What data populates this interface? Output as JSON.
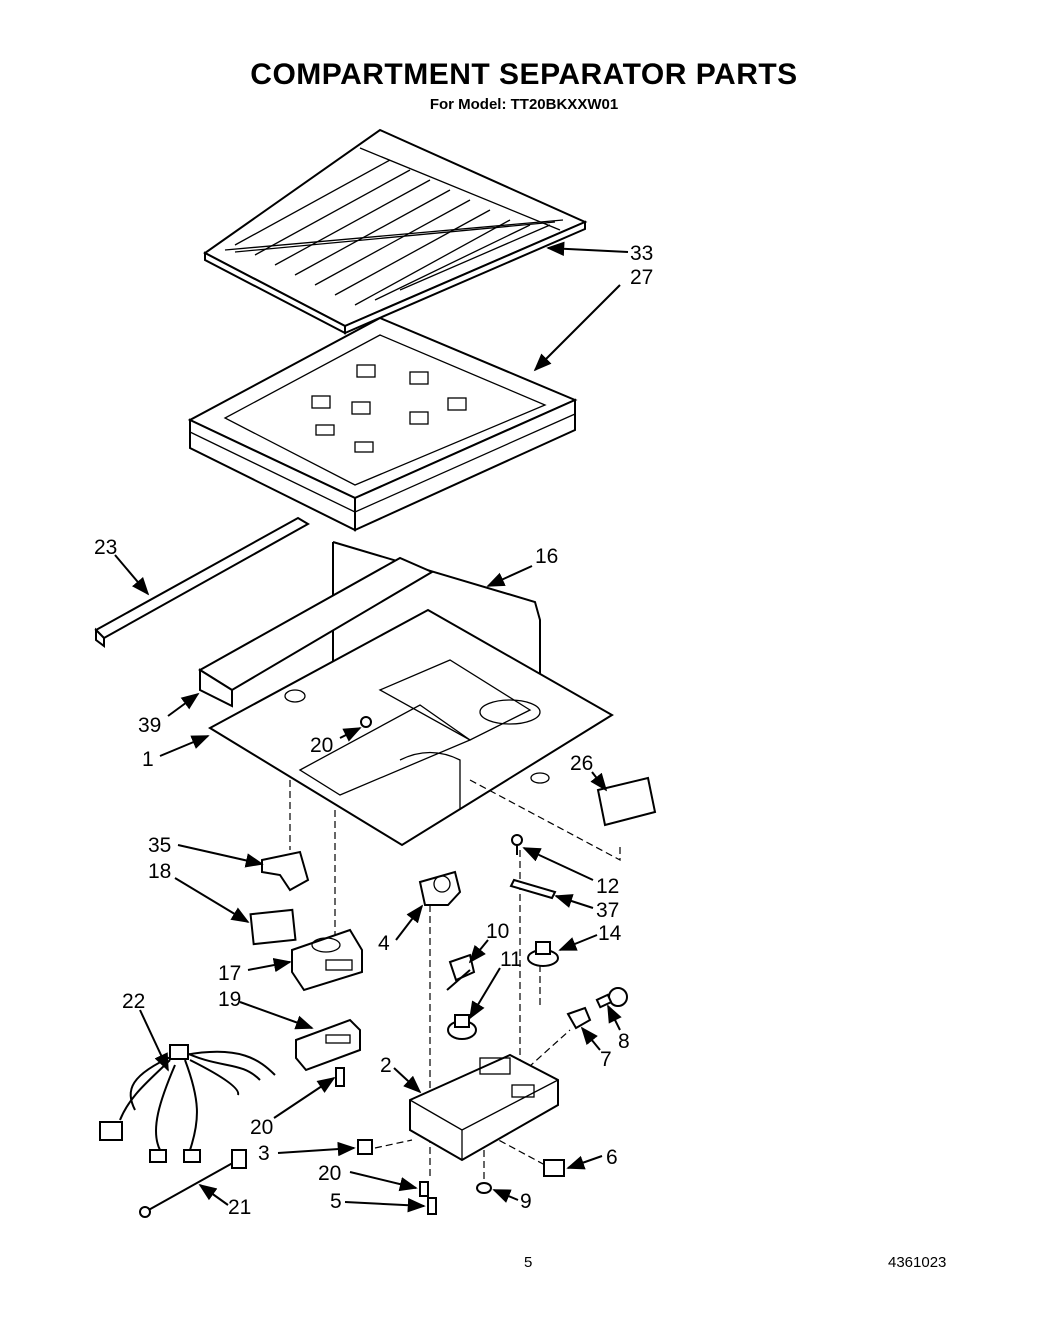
{
  "header": {
    "title": "COMPARTMENT SEPARATOR PARTS",
    "model": "For Model: TT20BKXXW01"
  },
  "footer": {
    "page_number": "5",
    "document_number": "4361023"
  },
  "callouts": {
    "c33": "33",
    "c27": "27",
    "c23": "23",
    "c16": "16",
    "c39": "39",
    "c20a": "20",
    "c1": "1",
    "c26": "26",
    "c35": "35",
    "c18": "18",
    "c12": "12",
    "c37": "37",
    "c4": "4",
    "c10": "10",
    "c14": "14",
    "c11": "11",
    "c17": "17",
    "c22": "22",
    "c19": "19",
    "c8": "8",
    "c7": "7",
    "c2": "2",
    "c20b": "20",
    "c3": "3",
    "c6": "6",
    "c20c": "20",
    "c5": "5",
    "c9": "9",
    "c21": "21"
  }
}
